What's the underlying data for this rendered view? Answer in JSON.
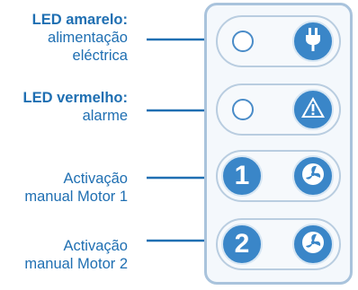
{
  "labels": [
    {
      "bold": "LED amarelo:",
      "lines": [
        "alimentação",
        "eléctrica"
      ]
    },
    {
      "bold": "LED vermelho:",
      "lines": [
        "alarme"
      ]
    },
    {
      "bold": "",
      "lines": [
        "Activação",
        "manual Motor 1"
      ]
    },
    {
      "bold": "",
      "lines": [
        "Activação",
        "manual Motor 2"
      ]
    }
  ],
  "buttons": {
    "motor1": "1",
    "motor2": "2"
  },
  "icons": [
    "power-plug-icon",
    "warning-triangle-icon",
    "fan-icon",
    "fan-icon"
  ],
  "colors": {
    "text": "#1f6fb2",
    "button": "#3a86c8",
    "panel_border": "#a9c3dc"
  }
}
